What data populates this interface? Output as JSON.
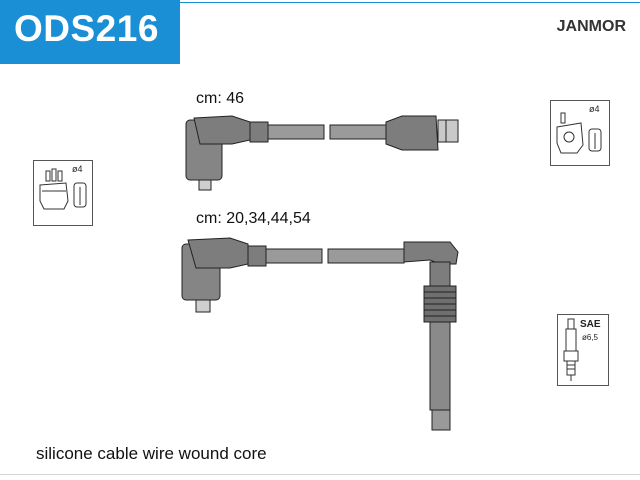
{
  "product": {
    "code": "ODS216",
    "brand": "JANMOR"
  },
  "leads": [
    {
      "label": "cm: 46"
    },
    {
      "label": "cm: 20,34,44,54"
    }
  ],
  "icons": {
    "distributor_left": {
      "name": "distributor-cap-icon",
      "symbol": "ø4"
    },
    "distributor_right": {
      "name": "distributor-cap-icon",
      "symbol": "ø4"
    },
    "spark_plug": {
      "name": "spark-plug-icon",
      "standard": "SAE",
      "size": "ø6,5"
    }
  },
  "footer": {
    "description": "silicone cable wire wound core"
  },
  "colors": {
    "badge": "#1a8fd6",
    "cable": "#8a8a8a",
    "boot": "#7a7a7a"
  }
}
